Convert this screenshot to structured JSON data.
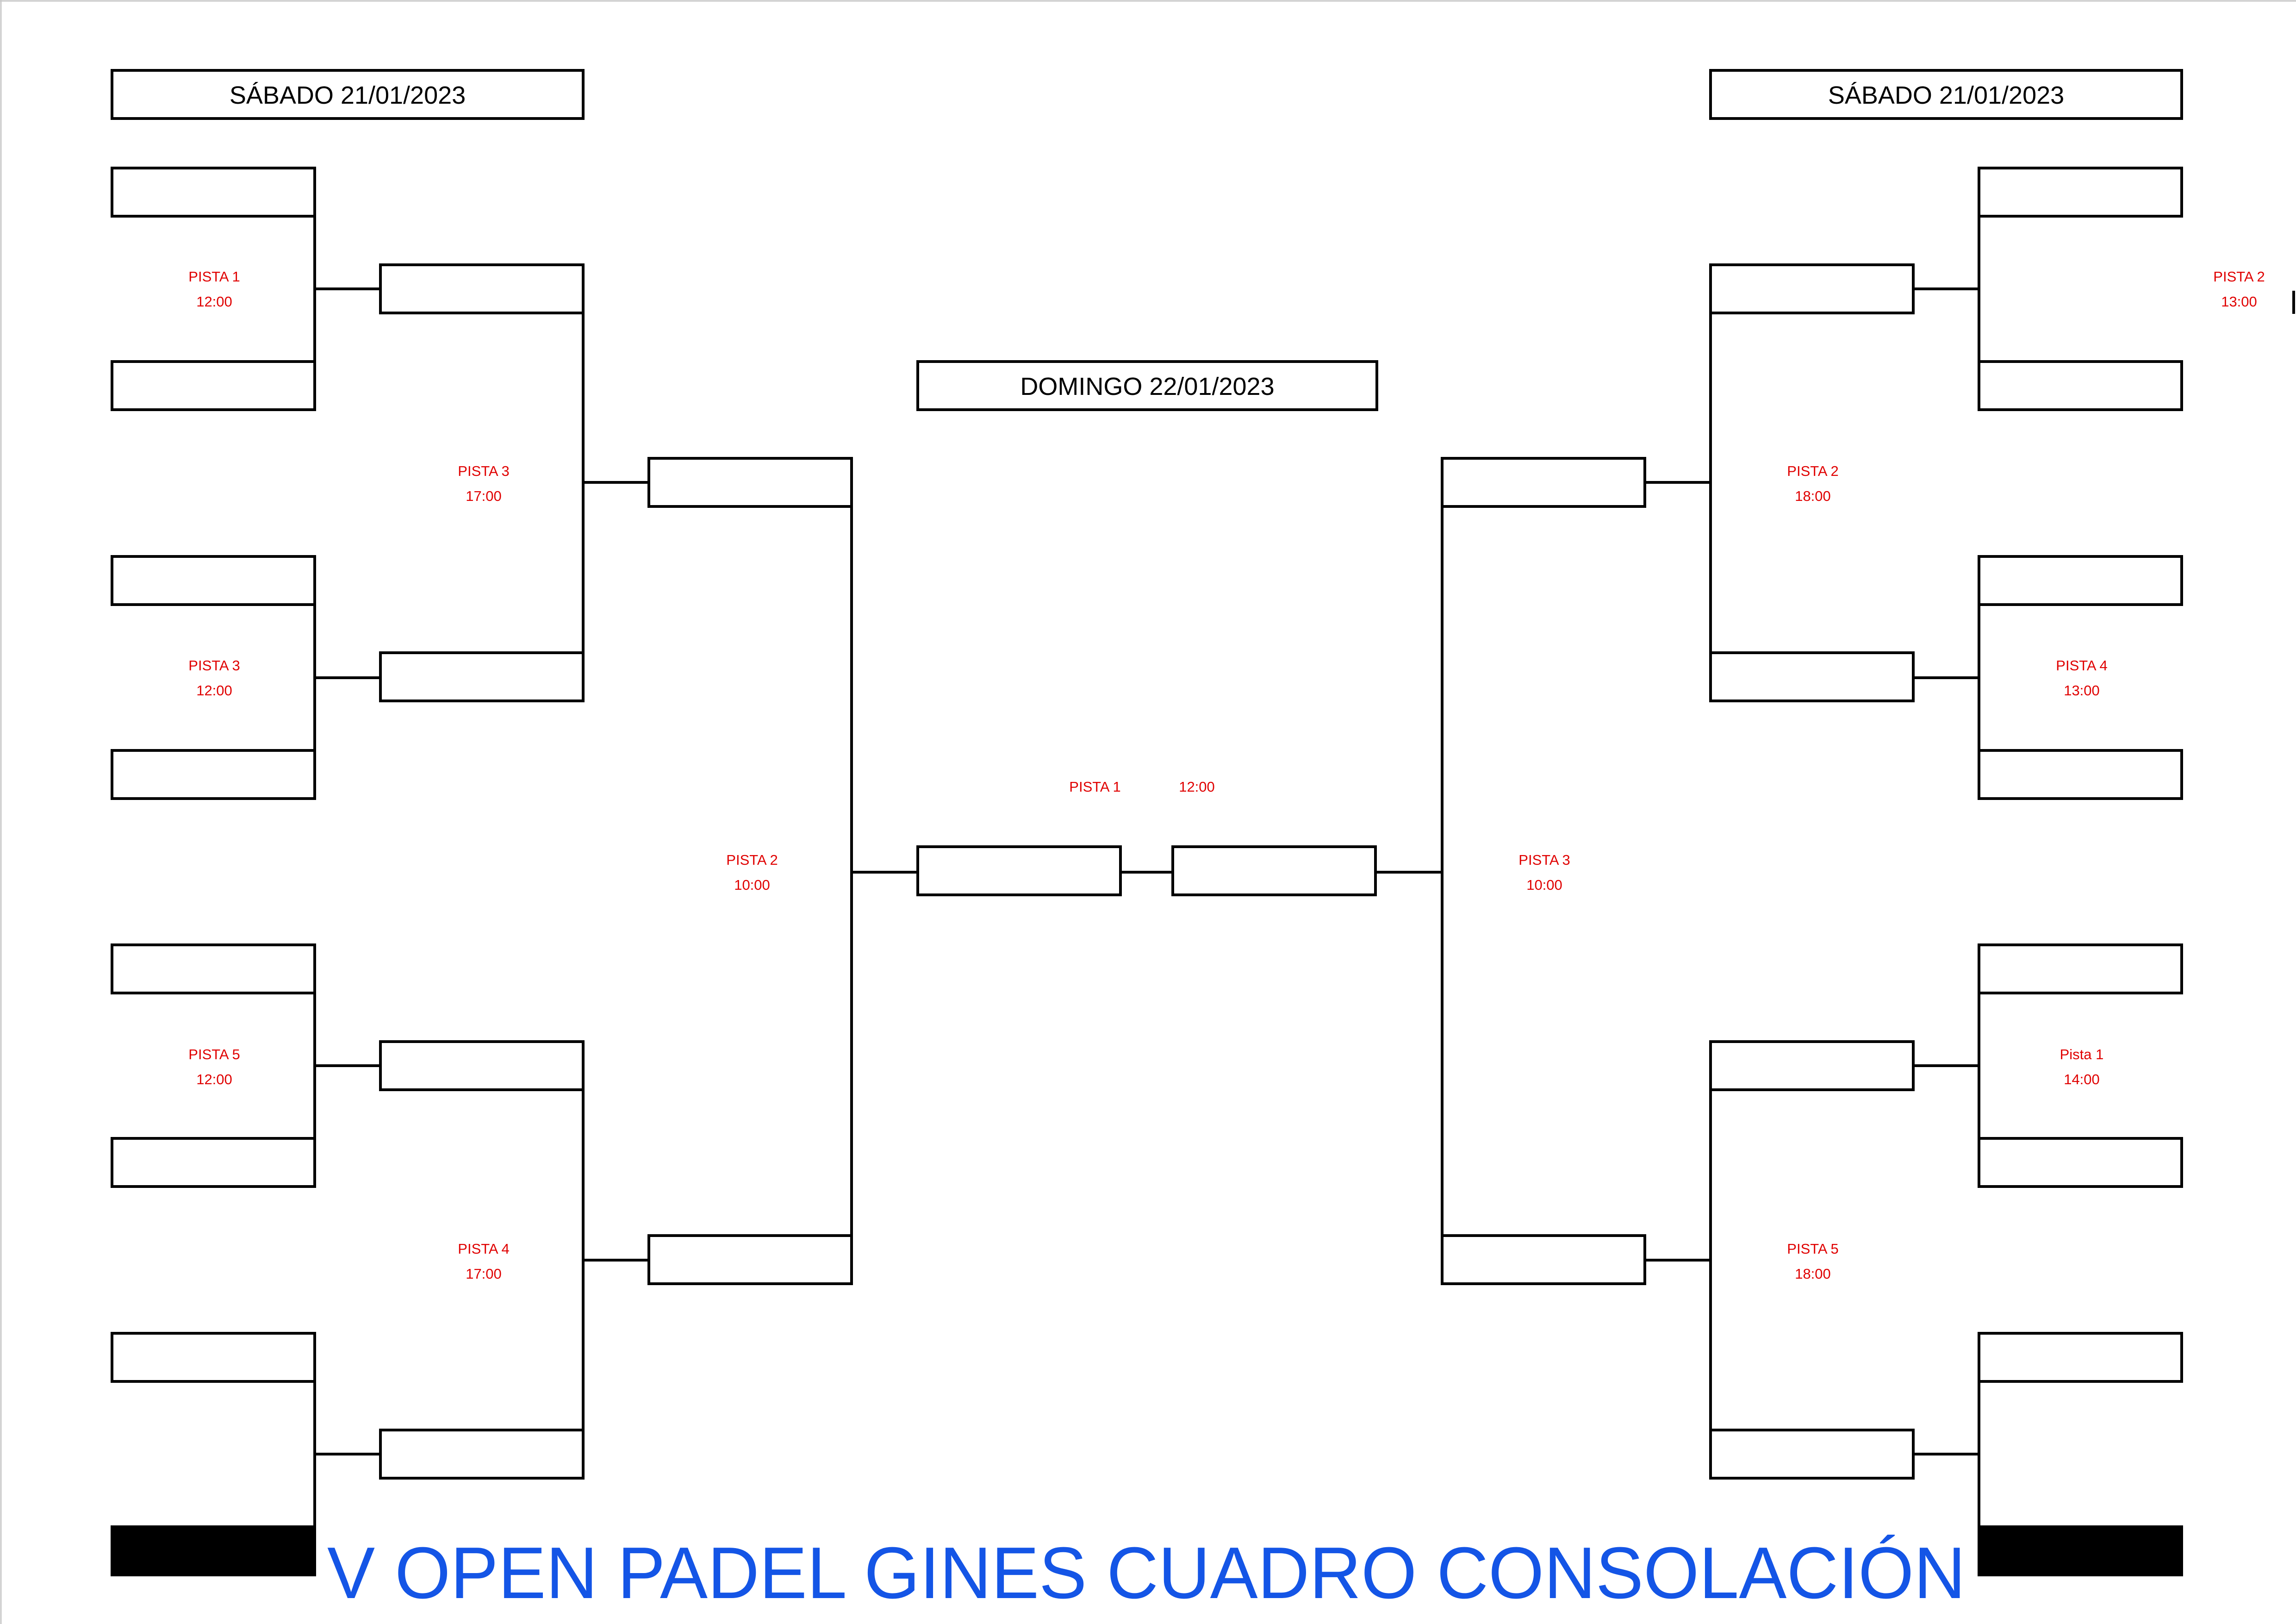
{
  "headers": {
    "left_day": "SÁBADO 21/01/2023",
    "right_day": "SÁBADO 21/01/2023",
    "center_day": "DOMINGO 22/01/2023"
  },
  "title": "V OPEN PADEL GINES CUADRO CONSOLACIÓN",
  "matches": {
    "left_r1": [
      {
        "court": "PISTA 1",
        "time": "12:00"
      },
      {
        "court": "PISTA 3",
        "time": "12:00"
      },
      {
        "court": "PISTA 5",
        "time": "12:00"
      }
    ],
    "left_r2": [
      {
        "court": "PISTA 3",
        "time": "17:00"
      },
      {
        "court": "PISTA 4",
        "time": "17:00"
      }
    ],
    "left_semi": {
      "court": "PISTA 2",
      "time": "10:00"
    },
    "final": {
      "court": "PISTA 1",
      "time": "12:00"
    },
    "right_semi": {
      "court": "PISTA 3",
      "time": "10:00"
    },
    "right_r2": [
      {
        "court": "PISTA 2",
        "time": "18:00"
      },
      {
        "court": "PISTA 5",
        "time": "18:00"
      }
    ],
    "right_r1": [
      {
        "court": "PISTA 2",
        "time": "13:00"
      },
      {
        "court": "PISTA 4",
        "time": "13:00"
      },
      {
        "court": "Pista 1",
        "time": "14:00"
      }
    ]
  },
  "colors": {
    "time_labels": "#e00000",
    "title": "#1455e6",
    "lines": "#000000"
  }
}
